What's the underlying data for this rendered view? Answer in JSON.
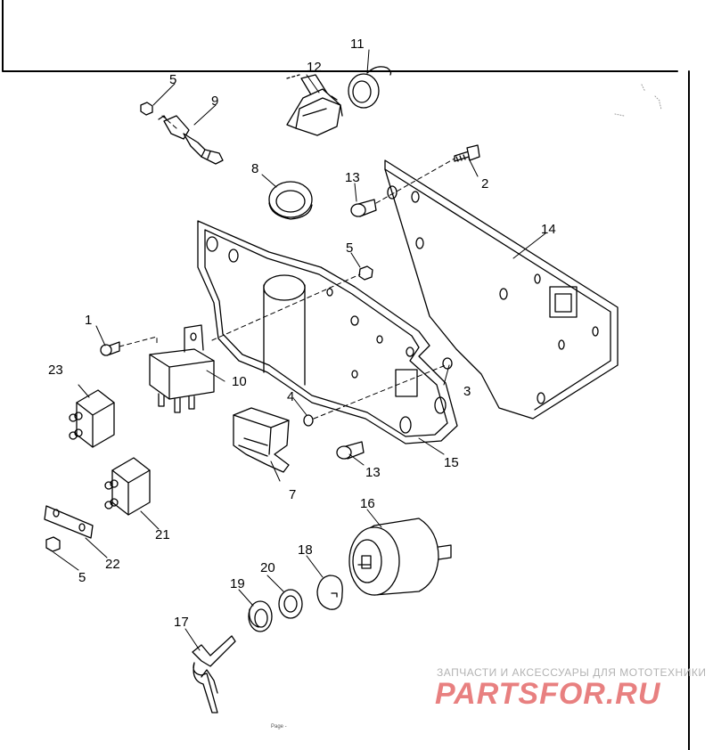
{
  "diagram": {
    "callouts": {
      "c1": "1",
      "c2": "2",
      "c3": "3",
      "c4": "4",
      "c5a": "5",
      "c5b": "5",
      "c5c": "5",
      "c7": "7",
      "c8": "8",
      "c9": "9",
      "c10": "10",
      "c11": "11",
      "c12": "12",
      "c13a": "13",
      "c13b": "13",
      "c14": "14",
      "c15": "15",
      "c16": "16",
      "c17": "17",
      "c18": "18",
      "c19": "19",
      "c20": "20",
      "c21": "21",
      "c22": "22",
      "c23": "23"
    }
  },
  "watermark": {
    "tagline": "ЗАПЧАСТИ И АКСЕССУАРЫ ДЛЯ МОТОТЕХНИКИ",
    "brand": "PARTSFOR.RU"
  },
  "footer": {
    "page_label": "Page -"
  },
  "colors": {
    "line": "#000000",
    "watermark_red": "#e56b6b",
    "watermark_gray": "#b3b3b3"
  }
}
